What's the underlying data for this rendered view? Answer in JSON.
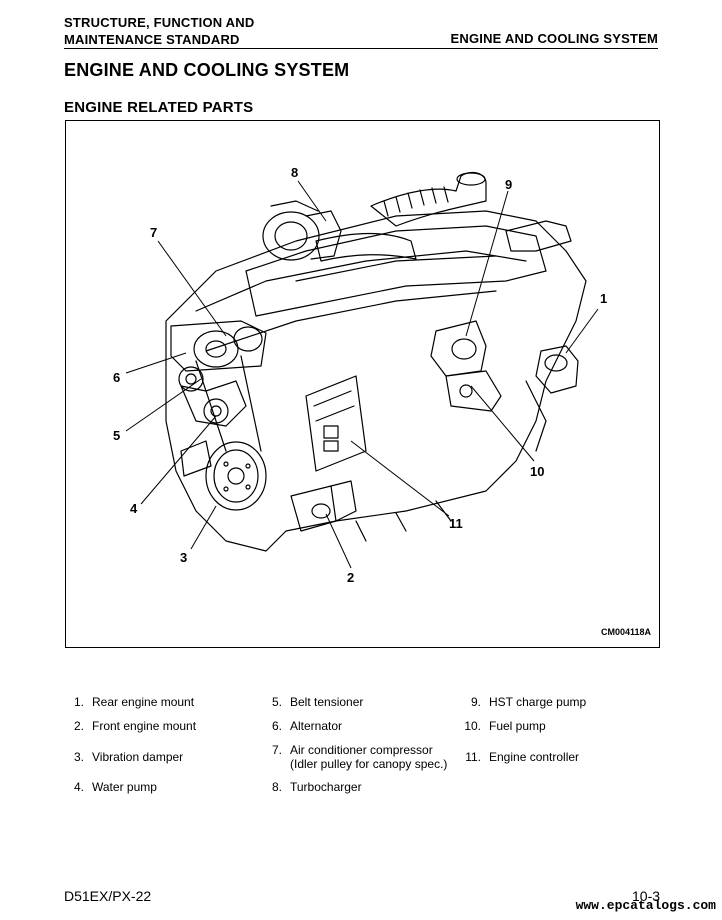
{
  "header": {
    "left_line1": "STRUCTURE, FUNCTION AND",
    "left_line2": "MAINTENANCE STANDARD",
    "right": "ENGINE AND COOLING SYSTEM"
  },
  "title": "ENGINE AND COOLING SYSTEM",
  "subtitle": "ENGINE RELATED PARTS",
  "figure": {
    "code": "CM004118A",
    "callouts": [
      "1",
      "2",
      "3",
      "4",
      "5",
      "6",
      "7",
      "8",
      "9",
      "10",
      "11"
    ]
  },
  "legend": [
    {
      "num": "1.",
      "label": "Rear engine mount"
    },
    {
      "num": "2.",
      "label": "Front engine mount"
    },
    {
      "num": "3.",
      "label": "Vibration damper"
    },
    {
      "num": "4.",
      "label": "Water pump"
    },
    {
      "num": "5.",
      "label": "Belt tensioner"
    },
    {
      "num": "6.",
      "label": "Alternator"
    },
    {
      "num": "7.",
      "label": "Air conditioner compressor",
      "label2": "(Idler pulley for canopy spec.)"
    },
    {
      "num": "8.",
      "label": "Turbocharger"
    },
    {
      "num": "9.",
      "label": "HST charge pump"
    },
    {
      "num": "10.",
      "label": "Fuel pump"
    },
    {
      "num": "11.",
      "label": "Engine controller"
    }
  ],
  "footer": {
    "model": "D51EX/PX-22",
    "page": "10-3",
    "watermark": "www.epcatalogs.com"
  }
}
